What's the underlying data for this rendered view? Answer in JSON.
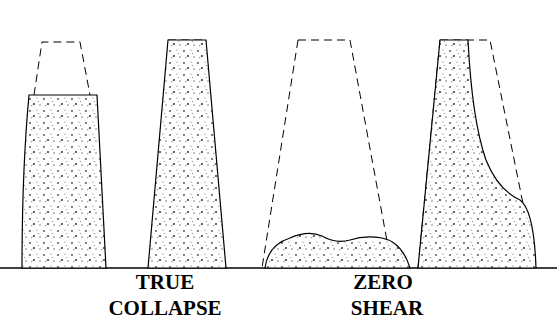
{
  "diagram": {
    "labels": [
      "TRUE",
      "ZERO",
      "COLLAPSE",
      "SHEAR"
    ]
  }
}
